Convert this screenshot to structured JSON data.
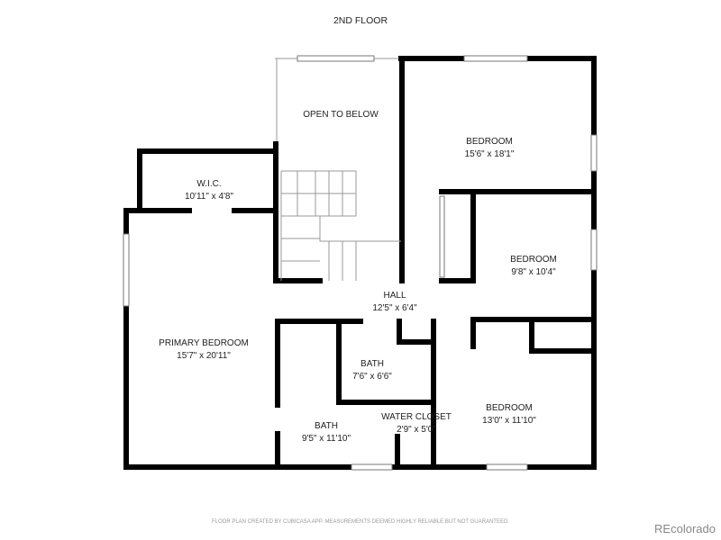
{
  "title": "2ND FLOOR",
  "rooms": [
    {
      "name": "OPEN TO BELOW",
      "size": ""
    },
    {
      "name": "BEDROOM",
      "size": "15'6\" x 18'1\""
    },
    {
      "name": "W.I.C.",
      "size": "10'11\" x 4'8\""
    },
    {
      "name": "BEDROOM",
      "size": "9'8\" x 10'4\""
    },
    {
      "name": "HALL",
      "size": "12'5\" x 6'4\""
    },
    {
      "name": "PRIMARY BEDROOM",
      "size": "15'7\" x 20'11\""
    },
    {
      "name": "BATH",
      "size": "7'6\" x 6'6\""
    },
    {
      "name": "WATER CLOSET",
      "size": "2'9\" x 5'0\""
    },
    {
      "name": "BATH",
      "size": "9'5\" x 11'10\""
    },
    {
      "name": "BEDROOM",
      "size": "13'0\" x 11'10\""
    }
  ],
  "disclaimer": "FLOOR PLAN CREATED BY CUBICASA APP. MEASUREMENTS DEEMED HIGHLY RELIABLE BUT NOT GUARANTEED.",
  "watermark": "REcolorado"
}
